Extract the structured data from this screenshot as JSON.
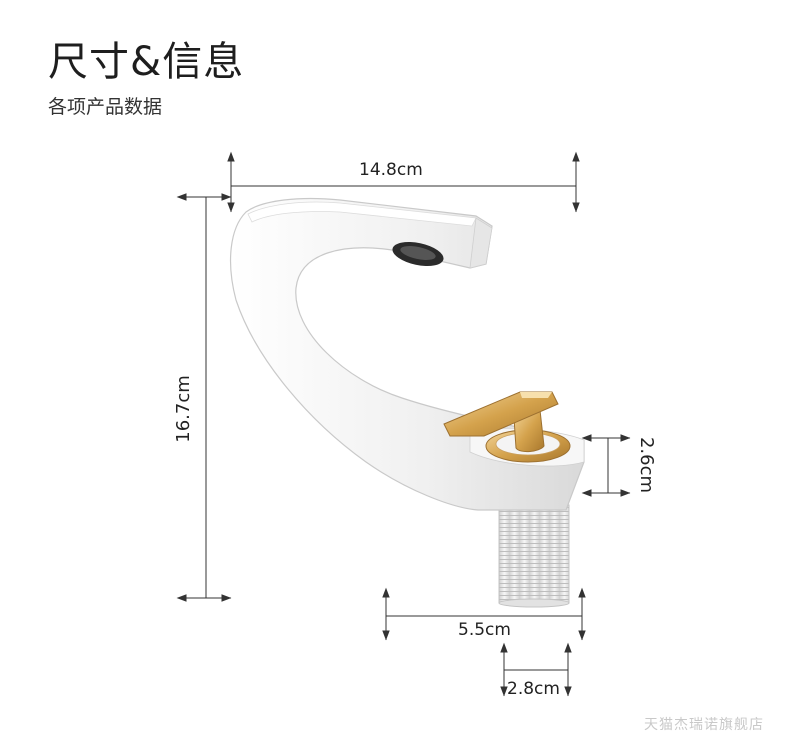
{
  "header": {
    "title": "尺寸&信息",
    "subtitle": "各项产品数据"
  },
  "dimensions": {
    "width": "14.8cm",
    "height": "16.7cm",
    "base_height": "2.6cm",
    "base_width": "5.5cm",
    "shank_width": "2.8cm"
  },
  "watermark": "天猫杰瑞诺旗舰店",
  "colors": {
    "faucet_body": "#f2f2f2",
    "handle": "#d4a24c",
    "aerator": "#2b2b2b",
    "dimension_lines": "#333333"
  }
}
